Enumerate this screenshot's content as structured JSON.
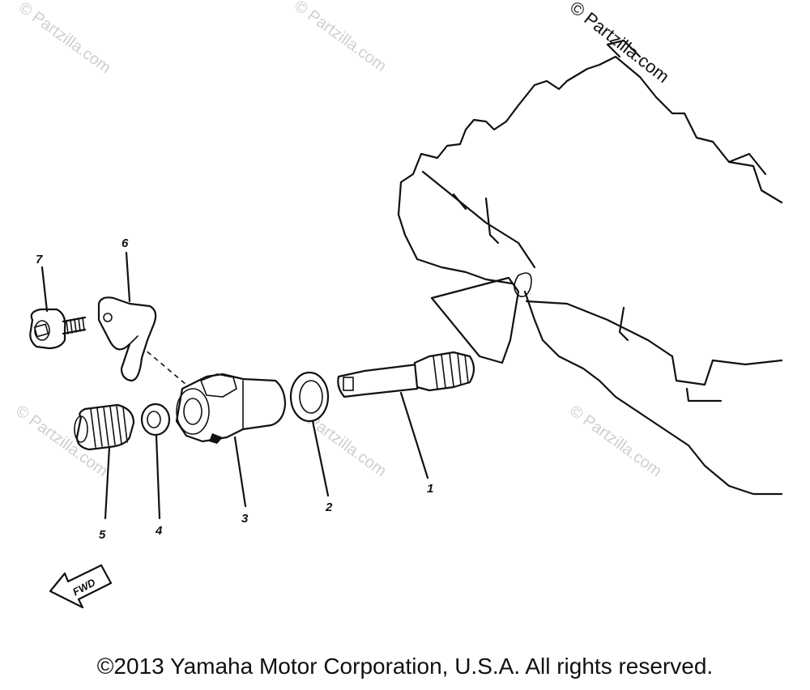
{
  "watermarks": [
    "© Partzilla.com",
    "© Partzilla.com",
    "© Partzilla.com",
    "© Partzilla.com",
    "© Partzilla.com",
    "© Partzilla.com"
  ],
  "callouts": [
    "1",
    "2",
    "3",
    "4",
    "5",
    "6",
    "7"
  ],
  "direction_label": "FWD",
  "copyright": "©2013 Yamaha Motor Corporation, U.S.A. All rights reserved."
}
